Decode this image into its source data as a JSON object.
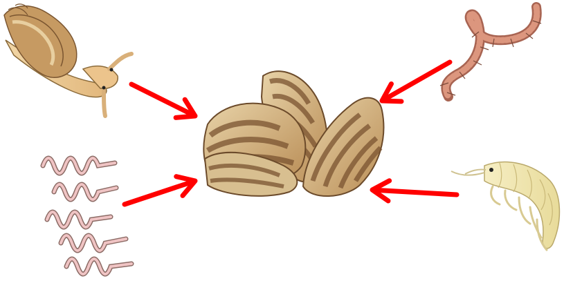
{
  "diagram": {
    "center": {
      "name": "mussel-cluster",
      "label": ""
    },
    "organisms": [
      {
        "id": "snail",
        "label": ""
      },
      {
        "id": "worms",
        "label": ""
      },
      {
        "id": "segmented-worm",
        "label": ""
      },
      {
        "id": "amphipod",
        "label": ""
      }
    ],
    "arrow_color": "#ff0000",
    "edges": [
      {
        "from": "snail",
        "to": "mussel-cluster"
      },
      {
        "from": "worms",
        "to": "mussel-cluster"
      },
      {
        "from": "segmented-worm",
        "to": "mussel-cluster"
      },
      {
        "from": "amphipod",
        "to": "mussel-cluster"
      }
    ]
  }
}
